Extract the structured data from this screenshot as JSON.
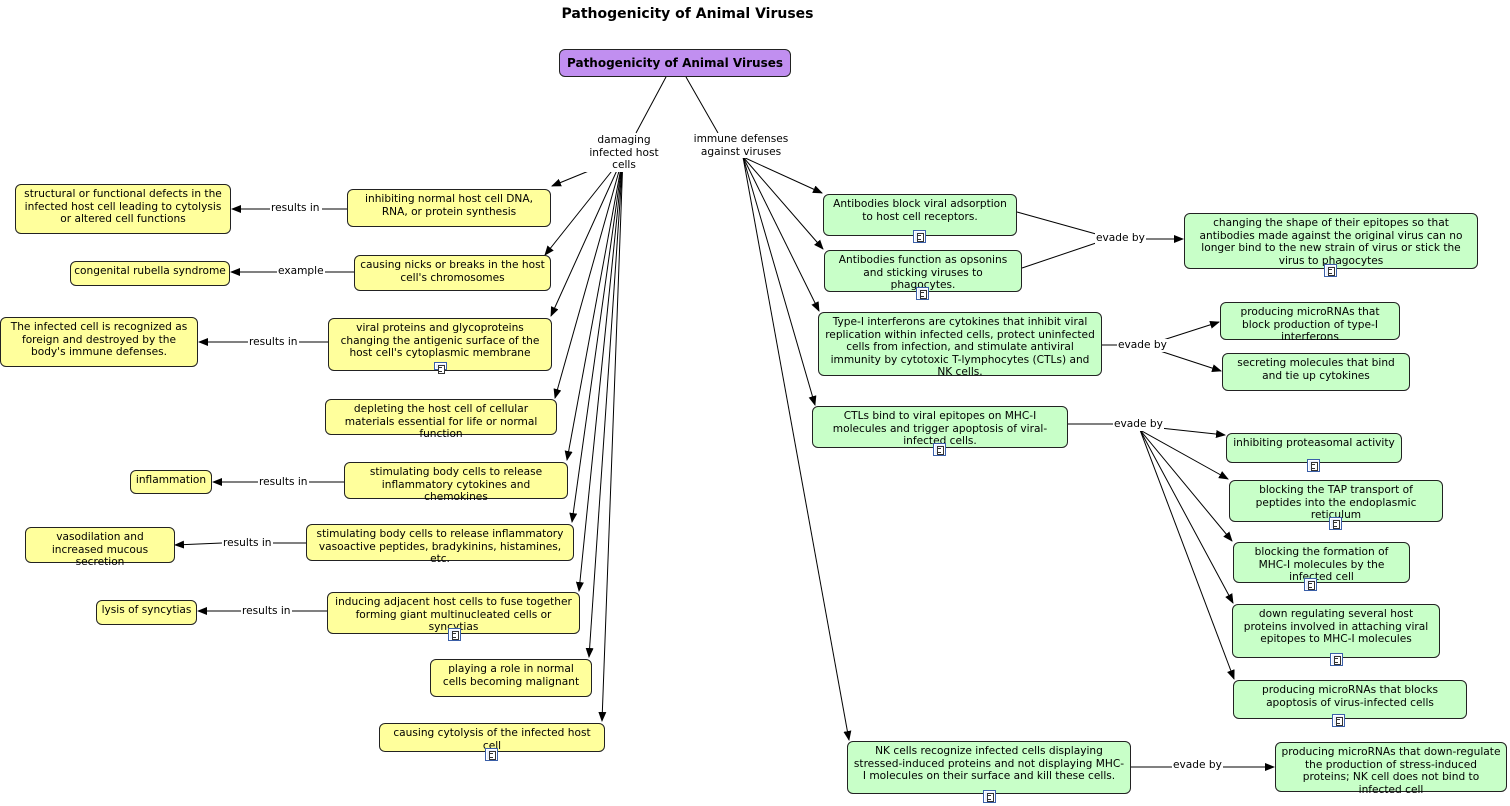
{
  "map_title": "Pathogenicity of Animal Viruses",
  "root": "Pathogenicity of Animal Viruses",
  "branches": {
    "damaging": "damaging infected host cells",
    "immune": "immune defenses against viruses"
  },
  "damage_effects": {
    "inhibiting": "inhibiting normal host cell DNA, RNA, or protein synthesis",
    "nicks": "causing nicks or breaks in the host cell's chromosomes",
    "viral_proteins": "viral proteins and glycoproteins changing the antigenic surface of the host cell's cytoplasmic membrane",
    "depleting": "depleting the host cell of cellular materials essential for life or normal function",
    "cytokines": "stimulating body cells to release inflammatory cytokines and chemokines",
    "vasoactive": "stimulating body cells to release inflammatory vasoactive peptides, bradykinins, histamines, etc.",
    "fuse": "inducing adjacent host cells to fuse together forming giant multinucleated cells or syncytias",
    "malignant": "playing a role in normal cells becoming malignant",
    "cytolysis": "causing cytolysis of the infected host cell"
  },
  "outcomes": {
    "structural": "structural or functional defects in the infected host cell leading to cytolysis or altered cell functions",
    "rubella": "congenital rubella syndrome",
    "recognized": "The infected cell is recognized as foreign and destroyed by the body's immune defenses.",
    "inflammation": "inflammation",
    "vasodilation": "vasodilation and increased mucous secretion",
    "lysis": "lysis of syncytias"
  },
  "link_labels": {
    "results_in": "results in",
    "example": "example",
    "evade_by": "evade by"
  },
  "defenses": {
    "antibodies_block": "Antibodies block viral adsorption to host cell receptors.",
    "antibodies_opsonins": "Antibodies function as opsonins and sticking viruses to phagocytes.",
    "interferons": "Type-I interferons are cytokines that inhibit viral replication within infected cells, protect uninfected cells from infection, and stimulate antiviral immunity by cytotoxic T-lymphocytes (CTLs) and NK cells.",
    "ctl": "CTLs bind to viral epitopes on MHC-I molecules and trigger apoptosis of viral-infected cells.",
    "nk": "NK cells recognize infected cells displaying stressed-induced proteins and not displaying MHC-I molecules on their surface and kill these cells."
  },
  "evasions": {
    "epitopes": "changing the shape of their epitopes so that antibodies made against the original  virus can no longer bind to the new strain of virus or stick the virus to phagocytes",
    "mirna_interferons": "producing microRNAs that block production of type-I interferons",
    "secreting": "secreting molecules that bind and tie up cytokines",
    "proteasomal": "inhibiting proteasomal activity",
    "tap": "blocking the TAP transport of peptides into the endoplasmic reticulum",
    "mhc_formation": "blocking the formation of MHC-I molecules by the infected cell",
    "down_regulating": "down regulating several host proteins involved in attaching viral epitopes to MHC-I molecules",
    "mirna_apoptosis": "producing microRNAs that blocks apoptosis of virus-infected cells",
    "mirna_stress": "producing microRNAs that down-regulate the production of stress-induced proteins; NK cell does not bind to infected cell"
  },
  "colors": {
    "root": "#c18ff0",
    "damage_node": "#ffff9c",
    "defense_node": "#c8ffc8",
    "line": "#000000"
  },
  "icons": {
    "resource": "document-icon"
  }
}
